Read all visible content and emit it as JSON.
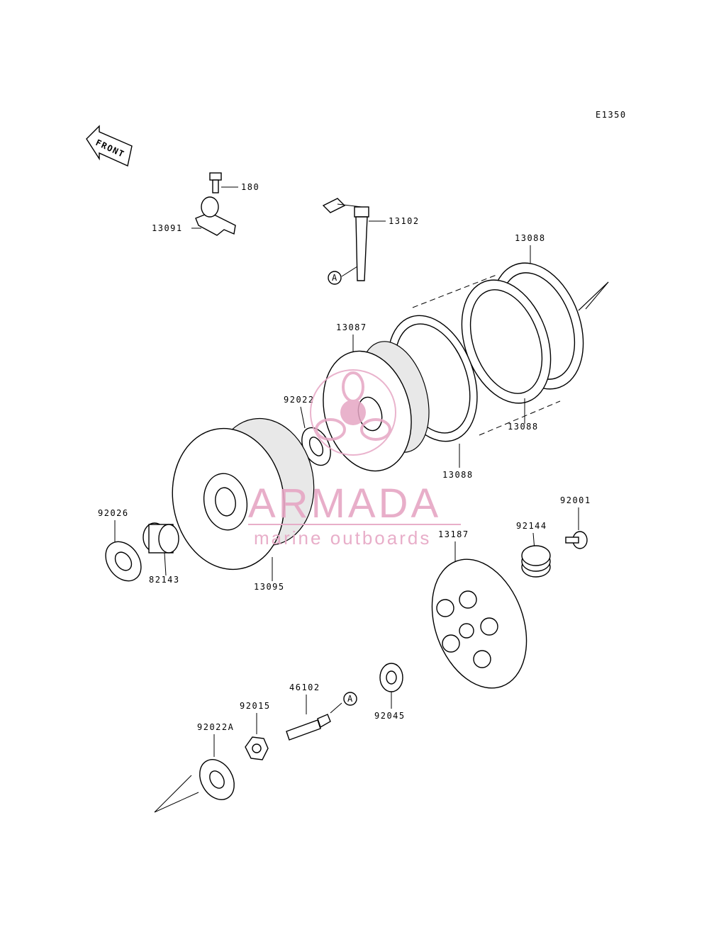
{
  "diagram_code": "E1350",
  "front_label": "FRONT",
  "ref_marker": "A",
  "parts": {
    "p180": "180",
    "p13091": "13091",
    "p13102": "13102",
    "p13088_top": "13088",
    "p13087": "13087",
    "p92022": "92022",
    "p13088_right": "13088",
    "p13088_bottom": "13088",
    "p92026": "92026",
    "p82143": "82143",
    "p13095": "13095",
    "p13187": "13187",
    "p92144": "92144",
    "p92001": "92001",
    "p46102": "46102",
    "p92015": "92015",
    "p92045": "92045",
    "p92022A": "92022A"
  },
  "watermark": {
    "brand": "ARMADA",
    "tagline": "marine outboards",
    "color": "#e6a6c4"
  }
}
